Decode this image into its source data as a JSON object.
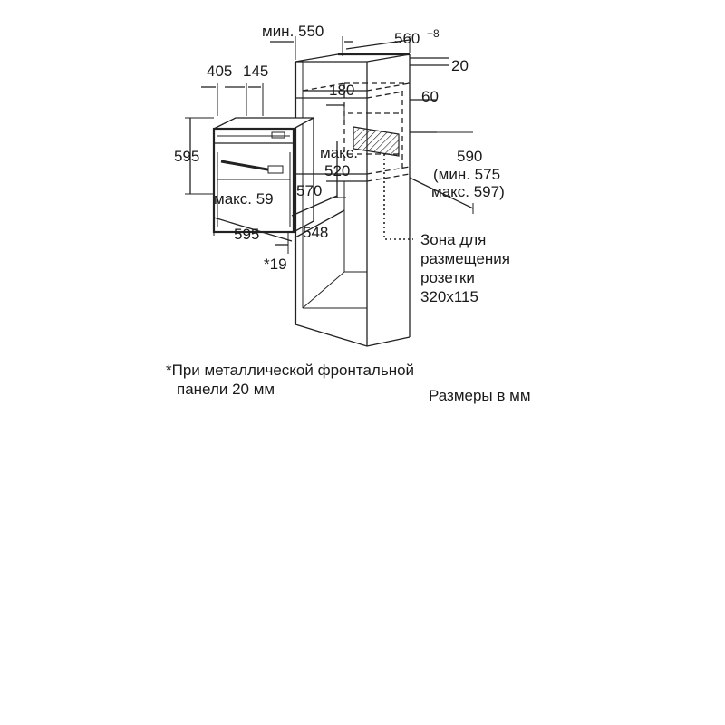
{
  "dimensions": {
    "min_550": "мин. 550",
    "d560": "560",
    "d560_sup": "+8",
    "d20": "20",
    "d405": "405",
    "d145": "145",
    "d180": "180",
    "d60": "60",
    "d595_height": "595",
    "max": "макс.",
    "d520": "520",
    "d590": "590",
    "min_575": "(мин. 575",
    "max_597": "макс. 597)",
    "max_59": "макс. 59",
    "d570": "570",
    "d595_width": "595",
    "d548": "548",
    "star19": "*19"
  },
  "socket_zone": [
    "Зона для",
    "размещения",
    "розетки",
    "320x115"
  ],
  "footnote": [
    "*При металлической фронтальной",
    "панели 20 мм"
  ],
  "units_note": "Размеры в мм"
}
